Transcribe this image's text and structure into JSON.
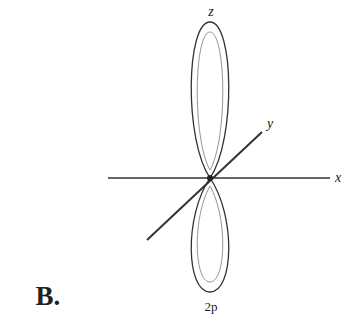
{
  "diagram": {
    "labels": [
      "z",
      "y",
      "x",
      "2p",
      "B."
    ]
  }
}
